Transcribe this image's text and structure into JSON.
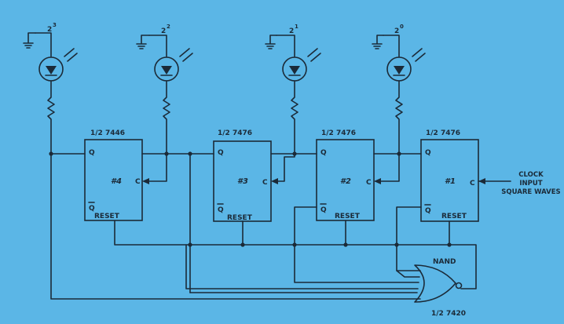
{
  "bit_weights": [
    {
      "base": "2",
      "exp": "3"
    },
    {
      "base": "2",
      "exp": "2"
    },
    {
      "base": "2",
      "exp": "1"
    },
    {
      "base": "2",
      "exp": "0"
    }
  ],
  "flipflops": [
    {
      "chip": "1/2 7446",
      "num": "#4",
      "q": "Q",
      "qbar": "Q",
      "c": "C",
      "reset": "RESET"
    },
    {
      "chip": "1/2 7476",
      "num": "#3",
      "q": "Q",
      "qbar": "Q",
      "c": "C",
      "reset": "RESET"
    },
    {
      "chip": "1/2 7476",
      "num": "#2",
      "q": "Q",
      "qbar": "Q",
      "c": "C",
      "reset": "RESET"
    },
    {
      "chip": "1/2 7476",
      "num": "#1",
      "q": "Q",
      "qbar": "Q",
      "c": "C",
      "reset": "RESET"
    }
  ],
  "clock": {
    "line1": "CLOCK",
    "line2": "INPUT",
    "line3": "SQUARE WAVES"
  },
  "gate": {
    "type": "NAND",
    "chip": "1/2 7420"
  }
}
